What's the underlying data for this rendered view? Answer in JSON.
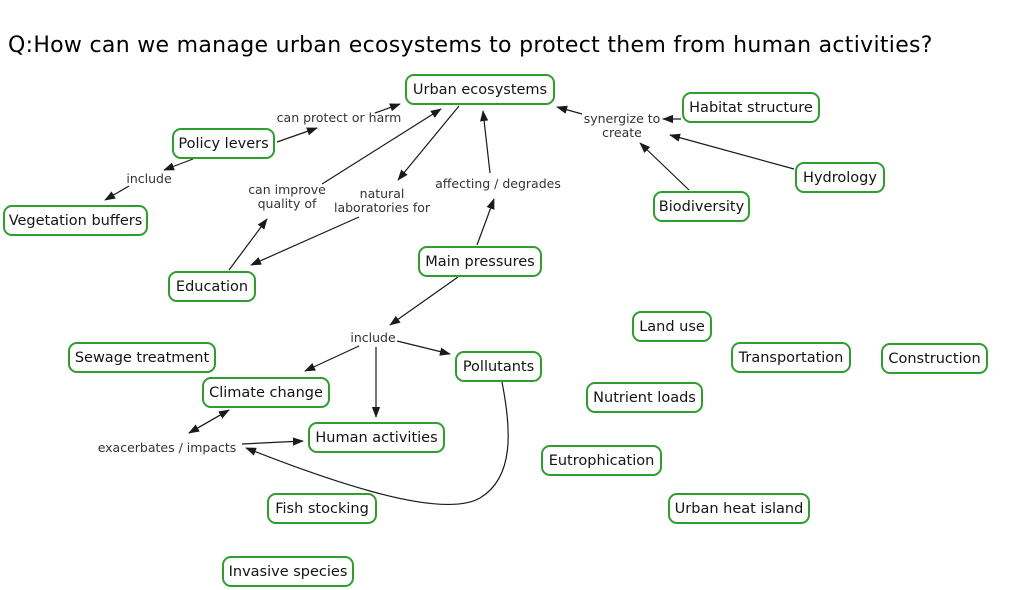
{
  "title": "Q:How can we manage urban ecosystems to protect them from human activities?",
  "colors": {
    "node_border": "#2f9e2f",
    "node_fill": "#ffffff",
    "node_text": "#141414",
    "line": "#1a1a1a",
    "phrase_text": "#333333",
    "background": "#ffffff"
  },
  "nodes": {
    "urban_ecosystems": "Urban ecosystems",
    "habitat_structure": "Habitat structure",
    "policy_levers": "Policy levers",
    "hydrology": "Hydrology",
    "vegetation_buffers": "Vegetation buffers",
    "biodiversity": "Biodiversity",
    "education": "Education",
    "main_pressures": "Main pressures",
    "land_use": "Land use",
    "sewage_treatment": "Sewage treatment",
    "transportation": "Transportation",
    "construction": "Construction",
    "climate_change": "Climate change",
    "pollutants": "Pollutants",
    "nutrient_loads": "Nutrient loads",
    "human_activities": "Human activities",
    "eutrophication": "Eutrophication",
    "fish_stocking": "Fish stocking",
    "urban_heat_island": "Urban heat island",
    "invasive_species": "Invasive species"
  },
  "linking_phrases": {
    "can_protect_or_harm": "can protect or harm",
    "synergize_line1": "synergize to",
    "synergize_line2": "create",
    "include_policy": "include",
    "improve_line1": "can improve",
    "improve_line2": "quality of",
    "natural_line1": "natural",
    "natural_line2": "laboratories for",
    "affecting_degrades": "affecting / degrades",
    "include_pressures": "include",
    "exacerbates_impacts": "exacerbates / impacts"
  },
  "relationships": [
    {
      "from": "Policy levers",
      "label": "can protect or harm",
      "to": "Urban ecosystems"
    },
    {
      "from": "Policy levers",
      "label": "include",
      "to": "Vegetation buffers"
    },
    {
      "from": "Education",
      "label": "can improve quality of",
      "to": "Urban ecosystems"
    },
    {
      "from": "Urban ecosystems",
      "label": "natural laboratories for",
      "to": "Education"
    },
    {
      "from": "Main pressures",
      "label": "affecting / degrades",
      "to": "Urban ecosystems"
    },
    {
      "from": "Habitat structure",
      "label": "synergize to create",
      "to": "Urban ecosystems"
    },
    {
      "from": "Hydrology",
      "label": "synergize to create",
      "to": "Urban ecosystems"
    },
    {
      "from": "Biodiversity",
      "label": "synergize to create",
      "to": "Urban ecosystems"
    },
    {
      "from": "Main pressures",
      "label": "include",
      "to": "Pollutants"
    },
    {
      "from": "Main pressures",
      "label": "include",
      "to": "Human activities"
    },
    {
      "from": "Main pressures",
      "label": "include",
      "to": "Climate change"
    },
    {
      "from": "Climate change",
      "label": "exacerbates / impacts",
      "to": "Human activities",
      "bidirectional": true
    },
    {
      "from": "Pollutants",
      "label": "exacerbates / impacts",
      "to": "Human activities"
    }
  ]
}
